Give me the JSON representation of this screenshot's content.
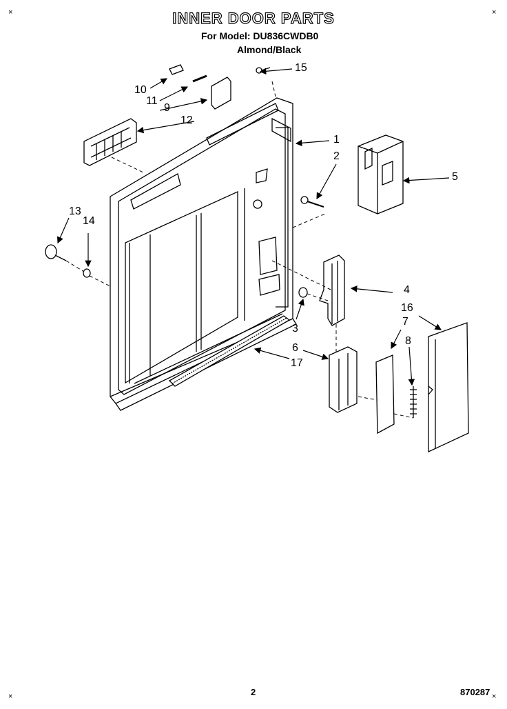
{
  "header": {
    "title": "INNER DOOR PARTS",
    "model": "For Model: DU836CWDB0",
    "color": "Almond/Black"
  },
  "callouts": [
    "1",
    "2",
    "3",
    "4",
    "5",
    "6",
    "7",
    "8",
    "9",
    "10",
    "11",
    "12",
    "13",
    "14",
    "15",
    "16",
    "17"
  ],
  "footer": {
    "page_number": "2",
    "doc_number": "870287"
  },
  "corner_mark": "×"
}
